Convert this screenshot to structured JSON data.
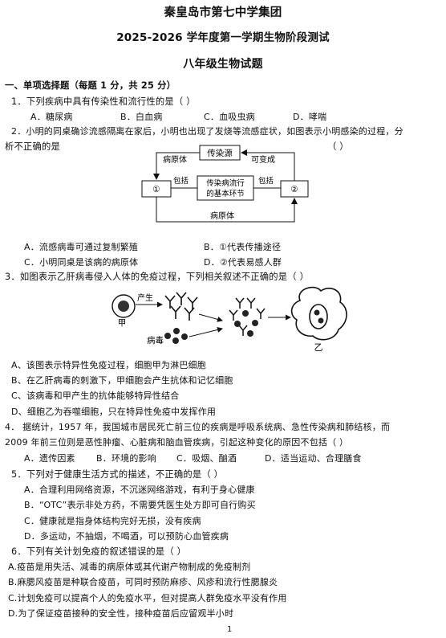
{
  "header": {
    "school": "秦皇岛市第七中学集团",
    "exam": "2025-2026 学年度第一学期生物阶段测试",
    "subject": "八年级生物试题"
  },
  "section1": {
    "title": "一、单项选择题（每题 1 分，共 25 分）"
  },
  "questions": [
    {
      "stem": "1．下列疾病中具有传染性和流行性的是（        ）",
      "options": [
        "A．糖尿病",
        "B．白血病",
        "C．血吸虫病",
        "D．哮喘"
      ]
    },
    {
      "stem_line1": "2．小明的同桌确诊流感隔离在家后，小明也出现了发烧等流感症状，如图表示小明感染的过程，分",
      "stem_line2": "析不正确的是",
      "paren": "（        ）",
      "diagram": {
        "source": "传染源",
        "pathogen_top": "病原体",
        "possible": "可变成",
        "node1": "①",
        "node2": "②",
        "include_left": "包括",
        "include_right": "包括",
        "center_line1": "传染病流行",
        "center_line2": "的基本环节",
        "pathogen_bottom": "病原体"
      },
      "options": [
        "A．流感病毒可通过复制繁殖",
        "B．①代表传播途径",
        "C．小明同桌是该病的病原体",
        "D．②代表易感人群"
      ]
    },
    {
      "stem": "3．如图表示乙肝病毒侵入人体的免疫过程，下列相关叙述不正确的是（        ）",
      "diagram": {
        "produce": "产生",
        "jia": "甲",
        "virus": "病毒",
        "yi": "乙"
      },
      "options": [
        "A、该图表示特异性免疫过程，细胞甲为淋巴细胞",
        "B、在乙肝病毒的刺激下，甲细胞会产生抗体和记忆细胞",
        "C、该病毒和甲产生的抗体能够特异性结合",
        "D、细胞乙为吞噬细胞，只在特异性免疫中发挥作用"
      ]
    },
    {
      "stem_line1": "4．  据统计，1957 年，我国城市居民死亡前三位的疾病是呼吸系统病、急性传染病和肺结核，而",
      "stem_line2": "2009 年前三位则是恶性肿瘤、心脏病和脑血管疾病，引起这种变化的原因不包括（      ）",
      "options": [
        "A．遗传因素",
        "B．环境的影响",
        "C．吸烟、酗酒",
        "D．适当运动、合理膳食"
      ]
    },
    {
      "stem": "5．下列对于健康生活方式的描述，不正确的是（        ）",
      "options": [
        "A．合理利用网络资源，不沉迷网络游戏，有利于身心健康",
        "B．“OTC”表示非处方药，不需要凭医生处方即可自行购买",
        "C．健康就是指身体结构完好无损，没有疾病",
        "D．多运动，不抽烟，不喝酒，可以预防心血管疾病"
      ]
    },
    {
      "stem": "6．下列有关计划免疫的叙述错误的是（        ）",
      "options": [
        "A.疫苗是用失活、减毒的病原体或其代谢产物制成的免疫制剂",
        "B.麻腮风疫苗是种联合疫苗，可同时预防麻疹、风疹和流行性腮腺炎",
        "C.计划免疫可以提高个人的免疫水平，但对提高人群免疫水平没有作用",
        "D.为了保证疫苗接种的安全性，接种疫苗后应留观半小时"
      ]
    }
  ],
  "footer": {
    "page_number": "1"
  }
}
